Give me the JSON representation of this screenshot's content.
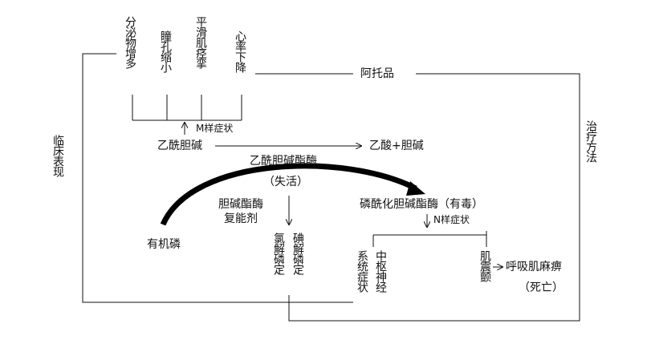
{
  "effects": {
    "secretion": "分泌物增多",
    "pupil": "瞳孔缩小",
    "smooth_muscle": "平滑肌痉挛",
    "heart_rate": "心率下降"
  },
  "m_symptoms": "M样症状",
  "atropine": "阿托品",
  "clinical": "临床表现",
  "treatment": "治疗方法",
  "acetylcholine": "乙酰胆碱",
  "acetic_choline": "乙酸+胆碱",
  "ache": "乙酰胆碱酯酶",
  "inactivated": "（失活）",
  "organophosphorus": "有机磷",
  "reactivator": {
    "line1": "胆碱酯酶",
    "line2": "复能剂"
  },
  "phosphorylated": "磷酰化胆碱酯酶（有毒）",
  "n_symptoms": "N样症状",
  "pralidoxime_chloride": "氯解磷定",
  "pralidoxime_iodide": "碘解磷定",
  "systemic": "系统症状",
  "cns": "中枢神经",
  "fasciculation": "肌震颤",
  "resp_paralysis": "呼吸肌麻痹",
  "death": "（死亡）"
}
